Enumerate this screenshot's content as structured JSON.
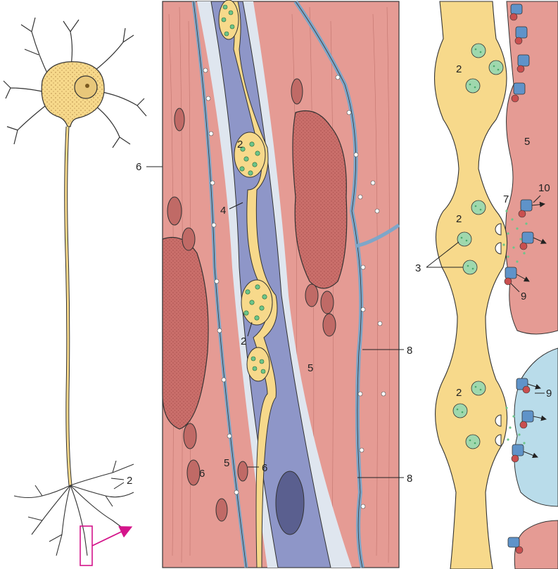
{
  "labels": {
    "l2": "2",
    "l3": "3",
    "l4": "4",
    "l5": "5",
    "l6": "6",
    "l7": "7",
    "l8": "8",
    "l9": "9",
    "l10": "10"
  },
  "colors": {
    "neuron": "#f7d98b",
    "muscle": "#e59b94",
    "mito": "#c06a66",
    "sheath": "#8e96c8",
    "vesicle": "#6cc58a",
    "receptor": "#5f93c9",
    "cell_blue": "#b9dcea",
    "pointer": "#d4148a"
  }
}
